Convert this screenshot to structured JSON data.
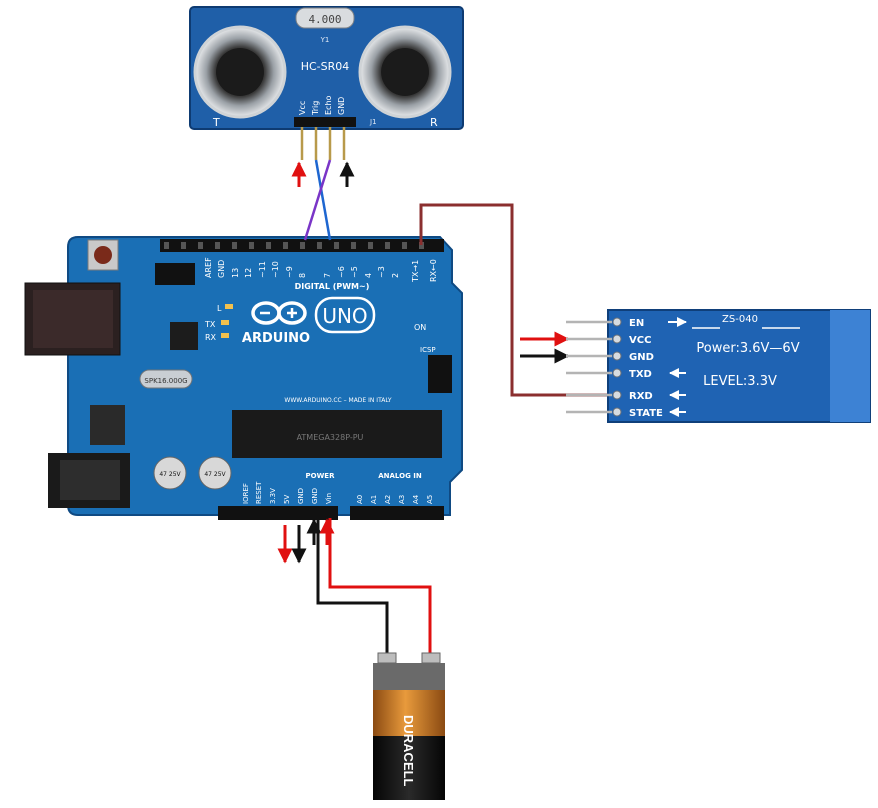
{
  "sensor": {
    "model": "HC-SR04",
    "crystal": "4.000",
    "crystal_ref": "Y1",
    "header_ref": "J1",
    "t_label": "T",
    "r_label": "R",
    "pins": [
      "Vcc",
      "Trig",
      "Echo",
      "GND"
    ]
  },
  "arduino": {
    "brand": "ARDUINO",
    "model": "UNO",
    "digital_header": "DIGITAL (PWM~)",
    "digital_pins": [
      "AREF",
      "GND",
      "13",
      "12",
      "~11",
      "~10",
      "~9",
      "8",
      "7",
      "~6",
      "~5",
      "4",
      "~3",
      "2",
      "TX→1",
      "RX←0"
    ],
    "power_header": "POWER",
    "analog_header": "ANALOG IN",
    "power_pins": [
      "IOREF",
      "RESET",
      "3.3V",
      "5V",
      "GND",
      "GND",
      "Vin"
    ],
    "analog_pins": [
      "A0",
      "A1",
      "A2",
      "A3",
      "A4",
      "A5"
    ],
    "tx_label": "TX",
    "rx_label": "RX",
    "l_label": "L",
    "on_label": "ON",
    "icsp_label": "ICSP",
    "url_text": "WWW.ARDUINO.CC – MADE IN ITALY",
    "crystal_text": "SPK16.000G",
    "chip_text": "ATMEGA328P-PU",
    "cap_text": "47 25V"
  },
  "bluetooth": {
    "model": "ZS-040",
    "pins": [
      "EN",
      "VCC",
      "GND",
      "TXD",
      "RXD",
      "STATE"
    ],
    "power_text": "Power:3.6V—6V",
    "level_text": "LEVEL:3.3V"
  },
  "battery": {
    "brand": "DURACELL"
  },
  "colors": {
    "board_blue": "#1a6fb5",
    "sensor_blue": "#1f5fa8",
    "bt_blue": "#1f63b3",
    "wire_red": "#e01010",
    "wire_black": "#111111",
    "wire_brown": "#8b2f2f",
    "wire_blue": "#1e66d0",
    "wire_purple": "#7a35c7",
    "battery_copper": "#d07a1f"
  }
}
